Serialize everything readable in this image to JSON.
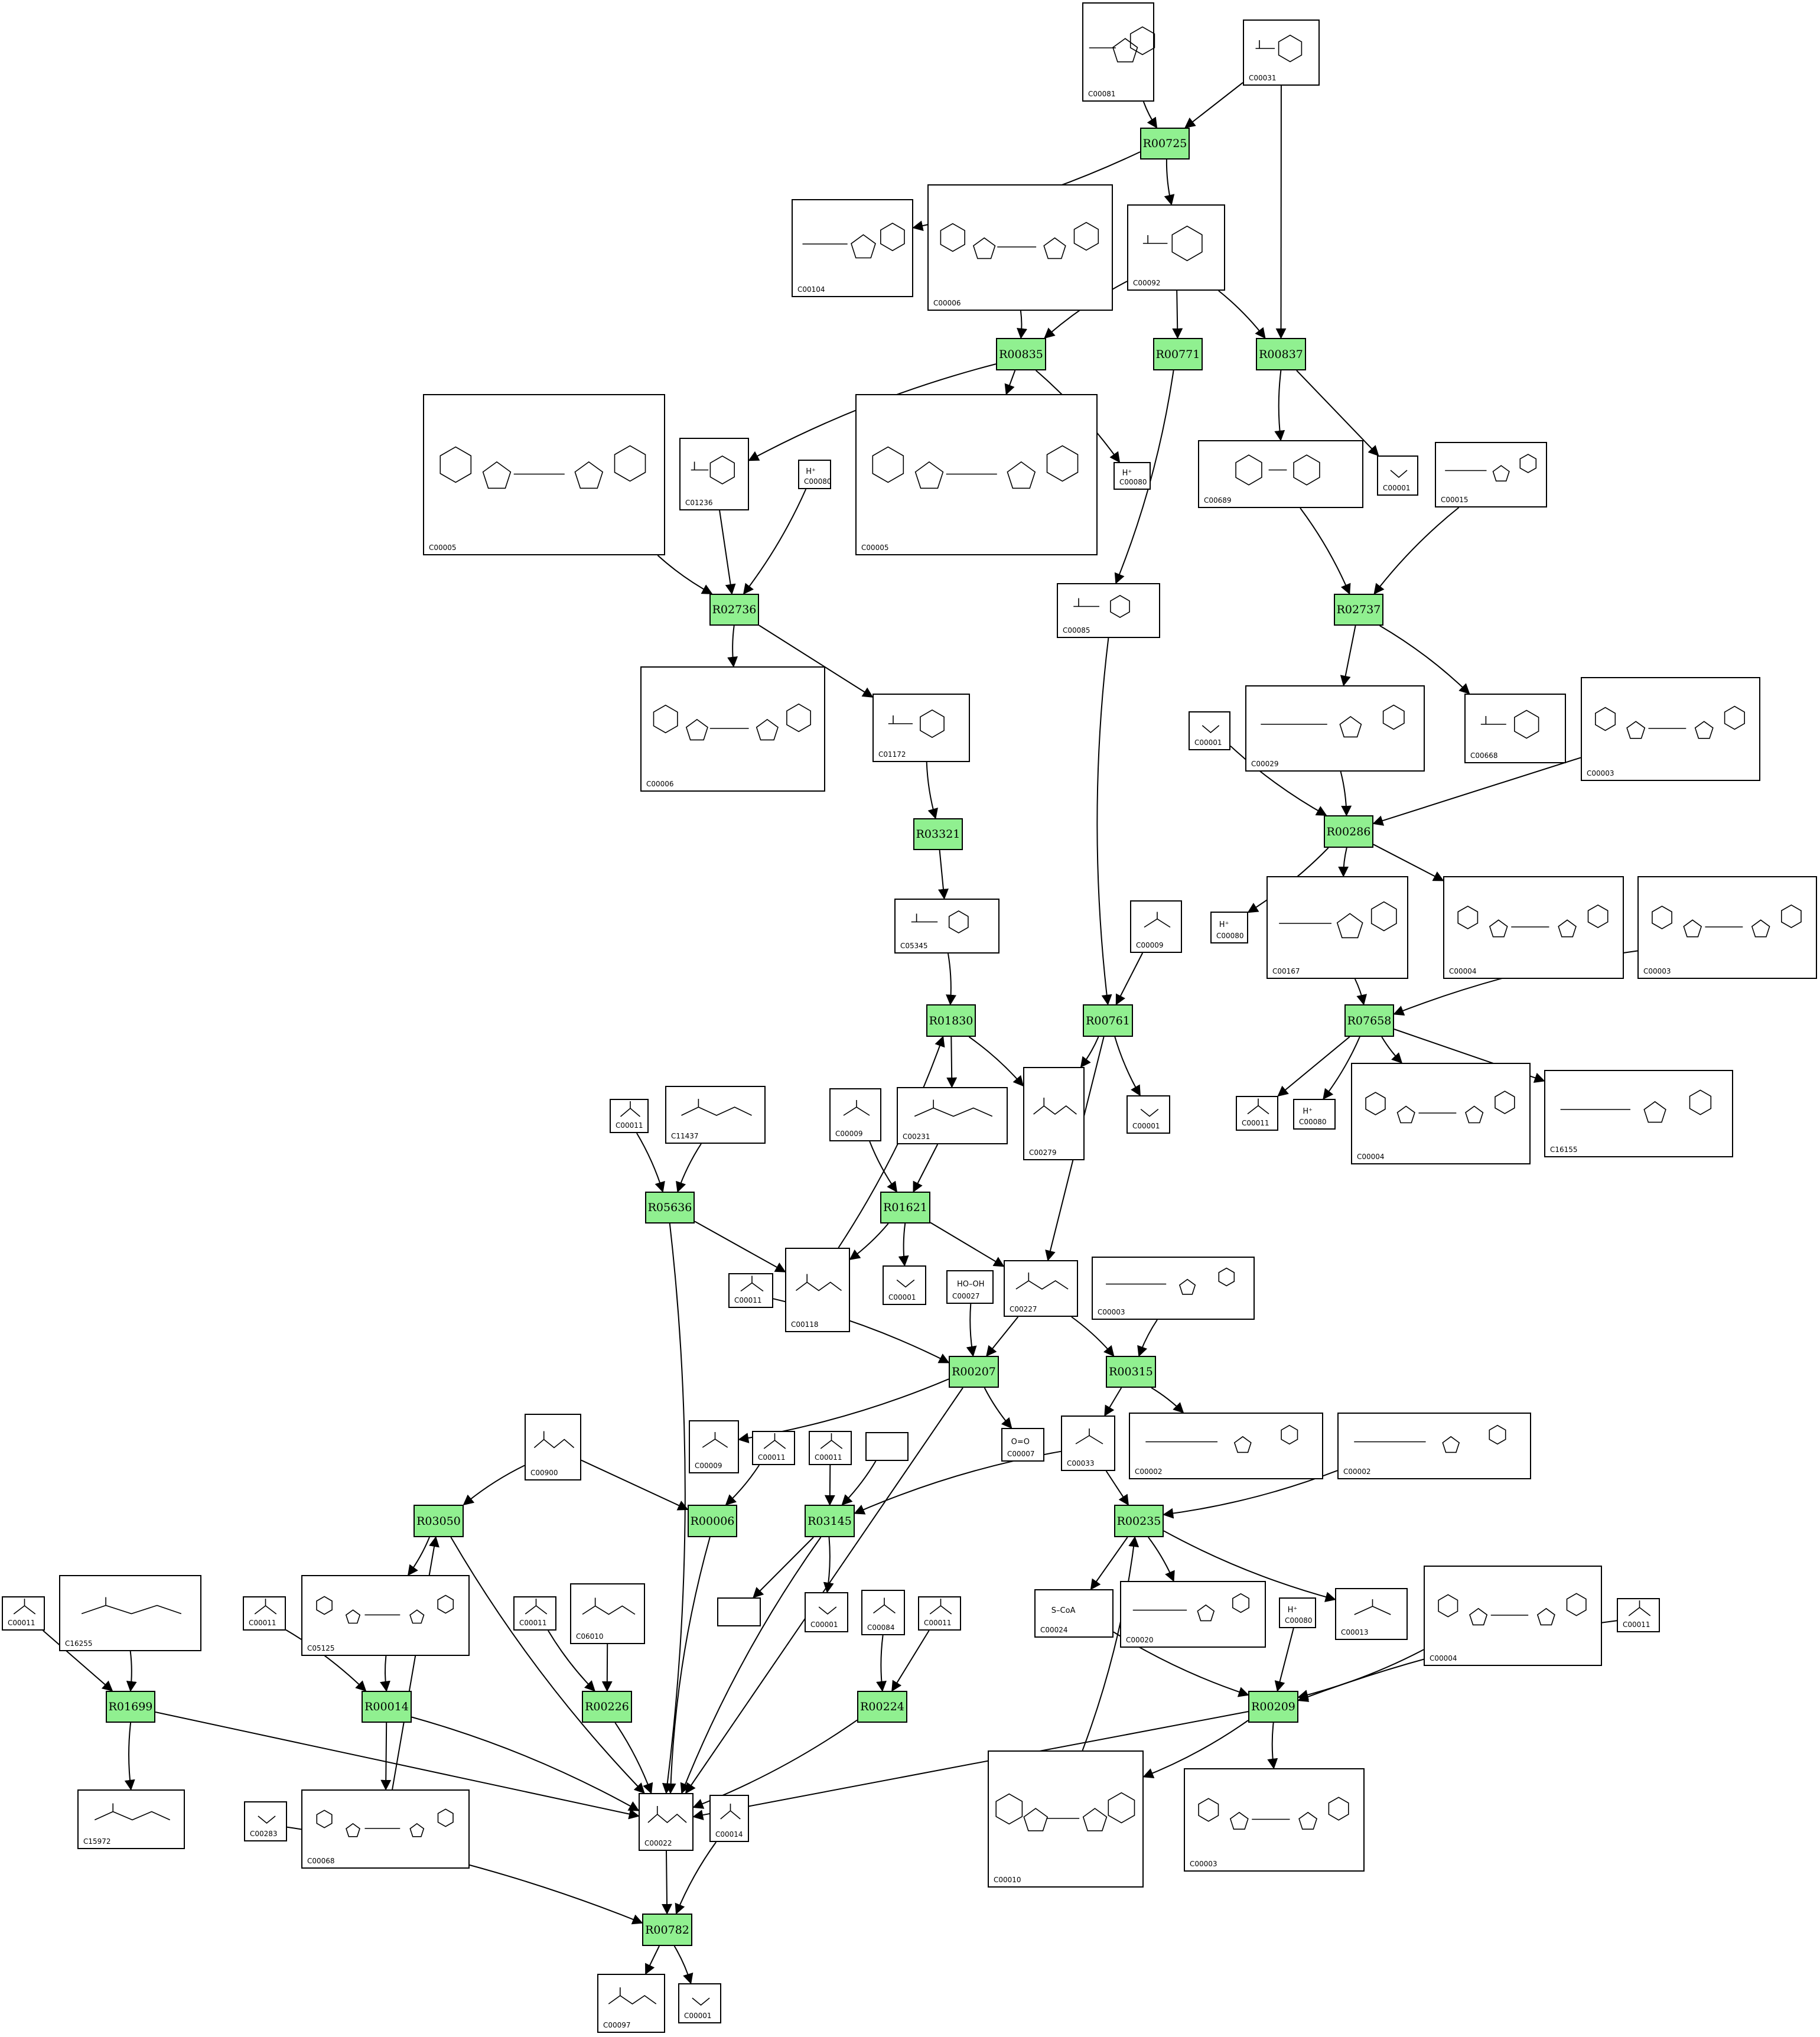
{
  "colors": {
    "reaction_fill": "#90f090",
    "edge": "#000000",
    "box_border": "#000000",
    "background": "#ffffff"
  },
  "compounds": [
    {
      "id": "n_C00081",
      "label": "C00081",
      "structure": "nucleotide"
    },
    {
      "id": "n_C00031_top",
      "label": "C00031",
      "structure": "sugar"
    },
    {
      "id": "n_C00104",
      "label": "C00104",
      "structure": "nucleotide"
    },
    {
      "id": "n_C00006_a",
      "label": "C00006",
      "structure": "cofactor"
    },
    {
      "id": "n_C00092",
      "label": "C00092",
      "structure": "sugar"
    },
    {
      "id": "n_C00005_a",
      "label": "C00005",
      "structure": "cofactor"
    },
    {
      "id": "n_C01236",
      "label": "C01236",
      "structure": "sugar"
    },
    {
      "id": "n_C00080_a",
      "label": "C00080",
      "structure": "ion",
      "text": "H⁺"
    },
    {
      "id": "n_C00005_b",
      "label": "C00005",
      "structure": "cofactor"
    },
    {
      "id": "n_C00080_b",
      "label": "C00080",
      "structure": "ion",
      "text": "H⁺"
    },
    {
      "id": "n_C00689",
      "label": "C00689",
      "structure": "disaccharide"
    },
    {
      "id": "n_C00001_a",
      "label": "C00001",
      "structure": "water"
    },
    {
      "id": "n_C00015",
      "label": "C00015",
      "structure": "nucleotide"
    },
    {
      "id": "n_C00085",
      "label": "C00085",
      "structure": "sugar"
    },
    {
      "id": "n_C00006_b",
      "label": "C00006",
      "structure": "cofactor"
    },
    {
      "id": "n_C01172",
      "label": "C01172",
      "structure": "sugar"
    },
    {
      "id": "n_C00029",
      "label": "C00029",
      "structure": "nucleotide"
    },
    {
      "id": "n_C00668",
      "label": "C00668",
      "structure": "sugar"
    },
    {
      "id": "n_C00001_b",
      "label": "C00001",
      "structure": "water"
    },
    {
      "id": "n_C00003_a",
      "label": "C00003",
      "structure": "cofactor"
    },
    {
      "id": "n_C05345",
      "label": "C05345",
      "structure": "sugar"
    },
    {
      "id": "n_C00009_a",
      "label": "C00009",
      "structure": "small"
    },
    {
      "id": "n_C00080_c",
      "label": "C00080",
      "structure": "ion",
      "text": "H⁺"
    },
    {
      "id": "n_C00167",
      "label": "C00167",
      "structure": "nucleotide"
    },
    {
      "id": "n_C00004_a",
      "label": "C00004",
      "structure": "cofactor"
    },
    {
      "id": "n_C00003_b",
      "label": "C00003",
      "structure": "cofactor"
    },
    {
      "id": "n_C00011_a",
      "label": "C00011",
      "structure": "small"
    },
    {
      "id": "n_C11437",
      "label": "C11437",
      "structure": "chain"
    },
    {
      "id": "n_C00009_b",
      "label": "C00009",
      "structure": "small"
    },
    {
      "id": "n_C00231",
      "label": "C00231",
      "structure": "chain"
    },
    {
      "id": "n_C00279",
      "label": "C00279",
      "structure": "chain"
    },
    {
      "id": "n_C00001_c",
      "label": "C00001",
      "structure": "water"
    },
    {
      "id": "n_C00011_b",
      "label": "C00011",
      "structure": "small"
    },
    {
      "id": "n_C00080_d",
      "label": "C00080",
      "structure": "ion",
      "text": "H⁺"
    },
    {
      "id": "n_C00004_b",
      "label": "C00004",
      "structure": "cofactor"
    },
    {
      "id": "n_C16155",
      "label": "C16155",
      "structure": "nucleotide"
    },
    {
      "id": "n_C00011_c",
      "label": "C00011",
      "structure": "small"
    },
    {
      "id": "n_C00118",
      "label": "C00118",
      "structure": "chain"
    },
    {
      "id": "n_C00001_d",
      "label": "C00001",
      "structure": "water"
    },
    {
      "id": "n_C00027",
      "label": "C00027",
      "structure": "small",
      "text": "HO–OH"
    },
    {
      "id": "n_C00227",
      "label": "C00227",
      "structure": "chain"
    },
    {
      "id": "n_C00003_c",
      "label": "C00003",
      "structure": "nucleotide"
    },
    {
      "id": "n_C00900",
      "label": "C00900",
      "structure": "chain"
    },
    {
      "id": "n_C00009_c",
      "label": "C00009",
      "structure": "small"
    },
    {
      "id": "n_C00011_d",
      "label": "C00011",
      "structure": "small"
    },
    {
      "id": "n_C00011_e",
      "label": "C00011",
      "structure": "small"
    },
    {
      "id": "n_empty_a",
      "label": "",
      "structure": "empty"
    },
    {
      "id": "n_C00007",
      "label": "C00007",
      "structure": "small",
      "text": "O=O"
    },
    {
      "id": "n_C00033",
      "label": "C00033",
      "structure": "small"
    },
    {
      "id": "n_C00002_a",
      "label": "C00002",
      "structure": "nucleotide"
    },
    {
      "id": "n_C00002_b",
      "label": "C00002",
      "structure": "nucleotide"
    },
    {
      "id": "n_C00011_f",
      "label": "C00011",
      "structure": "small"
    },
    {
      "id": "n_C16255",
      "label": "C16255",
      "structure": "chain"
    },
    {
      "id": "n_C00011_g",
      "label": "C00011",
      "structure": "small"
    },
    {
      "id": "n_C05125",
      "label": "C05125",
      "structure": "cofactor"
    },
    {
      "id": "n_C00011_h",
      "label": "C00011",
      "structure": "small"
    },
    {
      "id": "n_C06010",
      "label": "C06010",
      "structure": "chain"
    },
    {
      "id": "n_empty_b",
      "label": "",
      "structure": "empty"
    },
    {
      "id": "n_C00001_e",
      "label": "C00001",
      "structure": "water"
    },
    {
      "id": "n_C00084",
      "label": "C00084",
      "structure": "small"
    },
    {
      "id": "n_C00011_i",
      "label": "C00011",
      "structure": "small"
    },
    {
      "id": "n_C00024",
      "label": "C00024",
      "structure": "small",
      "text": "S–CoA"
    },
    {
      "id": "n_C00020",
      "label": "C00020",
      "structure": "nucleotide"
    },
    {
      "id": "n_C00080_e",
      "label": "C00080",
      "structure": "ion",
      "text": "H⁺"
    },
    {
      "id": "n_C00013",
      "label": "C00013",
      "structure": "small"
    },
    {
      "id": "n_C00004_c",
      "label": "C00004",
      "structure": "cofactor"
    },
    {
      "id": "n_C00011_j",
      "label": "C00011",
      "structure": "small"
    },
    {
      "id": "n_C15972",
      "label": "C15972",
      "structure": "chain"
    },
    {
      "id": "n_C00283",
      "label": "C00283",
      "structure": "water"
    },
    {
      "id": "n_C00068",
      "label": "C00068",
      "structure": "cofactor"
    },
    {
      "id": "n_C00022",
      "label": "C00022",
      "structure": "chain"
    },
    {
      "id": "n_C00014",
      "label": "C00014",
      "structure": "small"
    },
    {
      "id": "n_C00010",
      "label": "C00010",
      "structure": "cofactor"
    },
    {
      "id": "n_C00003_d",
      "label": "C00003",
      "structure": "cofactor"
    },
    {
      "id": "n_C00097",
      "label": "C00097",
      "structure": "chain"
    },
    {
      "id": "n_C00001_f",
      "label": "C00001",
      "structure": "water"
    }
  ],
  "reactions": [
    {
      "id": "r_R00725",
      "label": "R00725"
    },
    {
      "id": "r_R00835",
      "label": "R00835"
    },
    {
      "id": "r_R00771",
      "label": "R00771"
    },
    {
      "id": "r_R00837",
      "label": "R00837"
    },
    {
      "id": "r_R02736",
      "label": "R02736"
    },
    {
      "id": "r_R02737",
      "label": "R02737"
    },
    {
      "id": "r_R03321",
      "label": "R03321"
    },
    {
      "id": "r_R00286",
      "label": "R00286"
    },
    {
      "id": "r_R01830",
      "label": "R01830"
    },
    {
      "id": "r_R00761",
      "label": "R00761"
    },
    {
      "id": "r_R07658",
      "label": "R07658"
    },
    {
      "id": "r_R05636",
      "label": "R05636"
    },
    {
      "id": "r_R01621",
      "label": "R01621"
    },
    {
      "id": "r_R00207",
      "label": "R00207"
    },
    {
      "id": "r_R00315",
      "label": "R00315"
    },
    {
      "id": "r_R03050",
      "label": "R03050"
    },
    {
      "id": "r_R00006",
      "label": "R00006"
    },
    {
      "id": "r_R03145",
      "label": "R03145"
    },
    {
      "id": "r_R00235",
      "label": "R00235"
    },
    {
      "id": "r_R01699",
      "label": "R01699"
    },
    {
      "id": "r_R00014",
      "label": "R00014"
    },
    {
      "id": "r_R00226",
      "label": "R00226"
    },
    {
      "id": "r_R00224",
      "label": "R00224"
    },
    {
      "id": "r_R00209",
      "label": "R00209"
    },
    {
      "id": "r_R00782",
      "label": "R00782"
    }
  ],
  "edges": [
    [
      "n_C00081",
      "r_R00725"
    ],
    [
      "n_C00031_top",
      "r_R00725"
    ],
    [
      "r_R00725",
      "n_C00104"
    ],
    [
      "r_R00725",
      "n_C00092"
    ],
    [
      "n_C00031_top",
      "r_R00837"
    ],
    [
      "n_C00006_a",
      "r_R00835"
    ],
    [
      "n_C00092",
      "r_R00835"
    ],
    [
      "n_C00092",
      "r_R00771"
    ],
    [
      "n_C00092",
      "r_R00837"
    ],
    [
      "r_R00835",
      "n_C01236"
    ],
    [
      "r_R00835",
      "n_C00005_b"
    ],
    [
      "r_R00835",
      "n_C00080_b"
    ],
    [
      "r_R00837",
      "n_C00689"
    ],
    [
      "r_R00837",
      "n_C00001_a"
    ],
    [
      "r_R00771",
      "n_C00085"
    ],
    [
      "n_C00005_a",
      "r_R02736"
    ],
    [
      "n_C01236",
      "r_R02736"
    ],
    [
      "n_C00080_a",
      "r_R02736"
    ],
    [
      "r_R02736",
      "n_C00006_b"
    ],
    [
      "r_R02736",
      "n_C01172"
    ],
    [
      "n_C00689",
      "r_R02737"
    ],
    [
      "n_C00015",
      "r_R02737"
    ],
    [
      "r_R02737",
      "n_C00029"
    ],
    [
      "r_R02737",
      "n_C00668"
    ],
    [
      "n_C01172",
      "r_R03321"
    ],
    [
      "r_R03321",
      "n_C05345"
    ],
    [
      "n_C00029",
      "r_R00286"
    ],
    [
      "n_C00001_b",
      "r_R00286"
    ],
    [
      "n_C00003_a",
      "r_R00286"
    ],
    [
      "r_R00286",
      "n_C00080_c"
    ],
    [
      "r_R00286",
      "n_C00167"
    ],
    [
      "r_R00286",
      "n_C00004_a"
    ],
    [
      "n_C05345",
      "r_R01830"
    ],
    [
      "n_C00118",
      "r_R01830"
    ],
    [
      "r_R01830",
      "n_C00231"
    ],
    [
      "r_R01830",
      "n_C00279"
    ],
    [
      "n_C00085",
      "r_R00761"
    ],
    [
      "n_C00009_a",
      "r_R00761"
    ],
    [
      "r_R00761",
      "n_C00279"
    ],
    [
      "r_R00761",
      "n_C00001_c"
    ],
    [
      "r_R00761",
      "n_C00227"
    ],
    [
      "n_C00167",
      "r_R07658"
    ],
    [
      "n_C00003_b",
      "r_R07658"
    ],
    [
      "r_R07658",
      "n_C00011_b"
    ],
    [
      "r_R07658",
      "n_C00080_d"
    ],
    [
      "r_R07658",
      "n_C00004_b"
    ],
    [
      "r_R07658",
      "n_C16155"
    ],
    [
      "n_C00011_a",
      "r_R05636"
    ],
    [
      "n_C11437",
      "r_R05636"
    ],
    [
      "r_R05636",
      "n_C00118"
    ],
    [
      "r_R05636",
      "n_C00022"
    ],
    [
      "n_C00009_b",
      "r_R01621"
    ],
    [
      "n_C00231",
      "r_R01621"
    ],
    [
      "r_R01621",
      "n_C00118"
    ],
    [
      "r_R01621",
      "n_C00001_d"
    ],
    [
      "r_R01621",
      "n_C00227"
    ],
    [
      "n_C00011_c",
      "r_R00207"
    ],
    [
      "n_C00027",
      "r_R00207"
    ],
    [
      "n_C00227",
      "r_R00207"
    ],
    [
      "r_R00207",
      "n_C00009_c"
    ],
    [
      "r_R00207",
      "n_C00007"
    ],
    [
      "r_R00207",
      "n_C00022"
    ],
    [
      "n_C00227",
      "r_R00315"
    ],
    [
      "n_C00003_c",
      "r_R00315"
    ],
    [
      "r_R00315",
      "n_C00033"
    ],
    [
      "r_R00315",
      "n_C00002_a"
    ],
    [
      "n_C00900",
      "r_R03050"
    ],
    [
      "n_C00068",
      "r_R03050"
    ],
    [
      "r_R03050",
      "n_C05125"
    ],
    [
      "r_R03050",
      "n_C00022"
    ],
    [
      "n_C00900",
      "r_R00006"
    ],
    [
      "n_C00011_d",
      "r_R00006"
    ],
    [
      "r_R00006",
      "n_C00022"
    ],
    [
      "n_C00011_e",
      "r_R03145"
    ],
    [
      "n_empty_a",
      "r_R03145"
    ],
    [
      "n_C00033",
      "r_R03145"
    ],
    [
      "r_R03145",
      "n_empty_b"
    ],
    [
      "r_R03145",
      "n_C00001_e"
    ],
    [
      "r_R03145",
      "n_C00022"
    ],
    [
      "n_C00033",
      "r_R00235"
    ],
    [
      "n_C00002_b",
      "r_R00235"
    ],
    [
      "n_C00010",
      "r_R00235"
    ],
    [
      "r_R00235",
      "n_C00024"
    ],
    [
      "r_R00235",
      "n_C00020"
    ],
    [
      "r_R00235",
      "n_C00013"
    ],
    [
      "n_C00011_f",
      "r_R01699"
    ],
    [
      "n_C16255",
      "r_R01699"
    ],
    [
      "r_R01699",
      "n_C15972"
    ],
    [
      "r_R01699",
      "n_C00022"
    ],
    [
      "n_C00011_g",
      "r_R00014"
    ],
    [
      "n_C05125",
      "r_R00014"
    ],
    [
      "r_R00014",
      "n_C00068"
    ],
    [
      "r_R00014",
      "n_C00022"
    ],
    [
      "n_C00011_h",
      "r_R00226"
    ],
    [
      "n_C06010",
      "r_R00226"
    ],
    [
      "r_R00226",
      "n_C00022"
    ],
    [
      "n_C00084",
      "r_R00224"
    ],
    [
      "n_C00011_i",
      "r_R00224"
    ],
    [
      "r_R00224",
      "n_C00022"
    ],
    [
      "n_C00024",
      "r_R00209"
    ],
    [
      "n_C00080_e",
      "r_R00209"
    ],
    [
      "n_C00004_c",
      "r_R00209"
    ],
    [
      "n_C00011_j",
      "r_R00209"
    ],
    [
      "r_R00209",
      "n_C00022"
    ],
    [
      "r_R00209",
      "n_C00010"
    ],
    [
      "r_R00209",
      "n_C00003_d"
    ],
    [
      "n_C00022",
      "r_R00782"
    ],
    [
      "n_C00283",
      "r_R00782"
    ],
    [
      "n_C00014",
      "r_R00782"
    ],
    [
      "r_R00782",
      "n_C00097"
    ],
    [
      "r_R00782",
      "n_C00001_f"
    ]
  ]
}
